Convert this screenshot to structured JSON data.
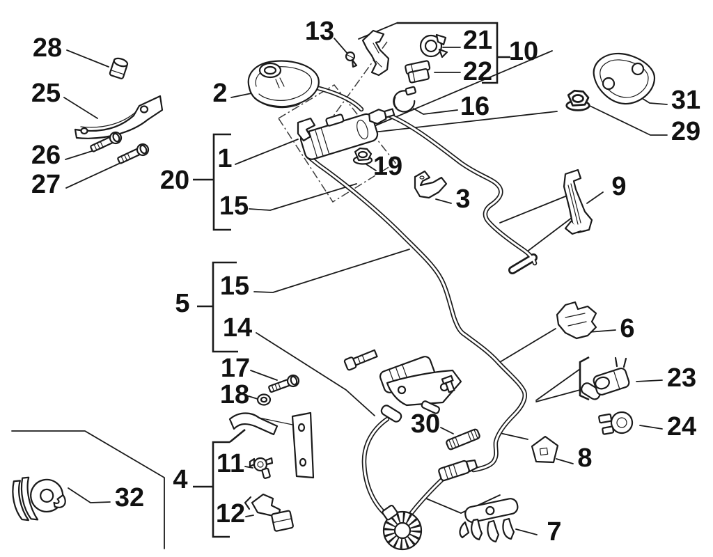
{
  "diagram": {
    "type": "exploded-parts-diagram",
    "subject": "clutch hydraulic pipes and master-slave cylinder assembly",
    "background": "#ffffff",
    "line_color": "#1a1a1a",
    "callouts": {
      "c1": "1",
      "c2": "2",
      "c3": "3",
      "c4": "4",
      "c5": "5",
      "c6": "6",
      "c7": "7",
      "c8": "8",
      "c9": "9",
      "c10": "10",
      "c11": "11",
      "c12": "12",
      "c13": "13",
      "c14": "14",
      "c15a": "15",
      "c15b": "15",
      "c16": "16",
      "c17": "17",
      "c18": "18",
      "c19": "19",
      "c20": "20",
      "c21": "21",
      "c22": "22",
      "c23": "23",
      "c24": "24",
      "c25": "25",
      "c26": "26",
      "c27": "27",
      "c28": "28",
      "c29": "29",
      "c30": "30",
      "c31": "31",
      "c32": "32"
    },
    "groups": [
      {
        "bracket": "10",
        "members": [
          "21",
          "22"
        ]
      },
      {
        "bracket": "20",
        "members": [
          "1",
          "15"
        ]
      },
      {
        "bracket": "5",
        "members": [
          "15",
          "14"
        ]
      },
      {
        "bracket": "4",
        "members": [
          "11",
          "12"
        ]
      },
      {
        "bracket": "unlabeled-right",
        "members": [
          "23",
          "24"
        ]
      }
    ]
  }
}
